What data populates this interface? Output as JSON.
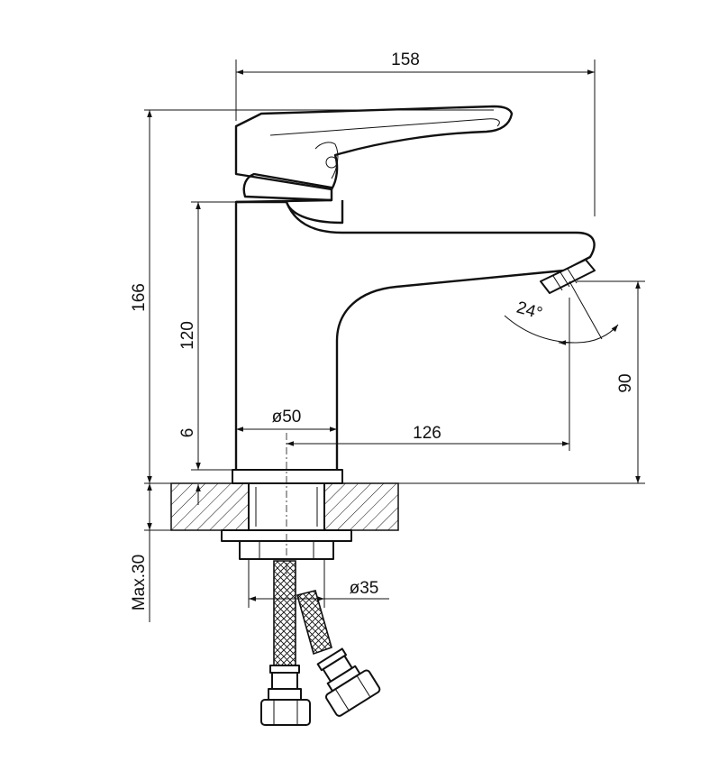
{
  "dimensions": {
    "total_width": "158",
    "total_height": "166",
    "body_height": "120",
    "base_height": "6",
    "outlet_height": "90",
    "spout_reach": "126",
    "base_diameter": "ø50",
    "hole_diameter": "ø35",
    "spout_angle": "24°",
    "max_thickness": "Max.30"
  }
}
